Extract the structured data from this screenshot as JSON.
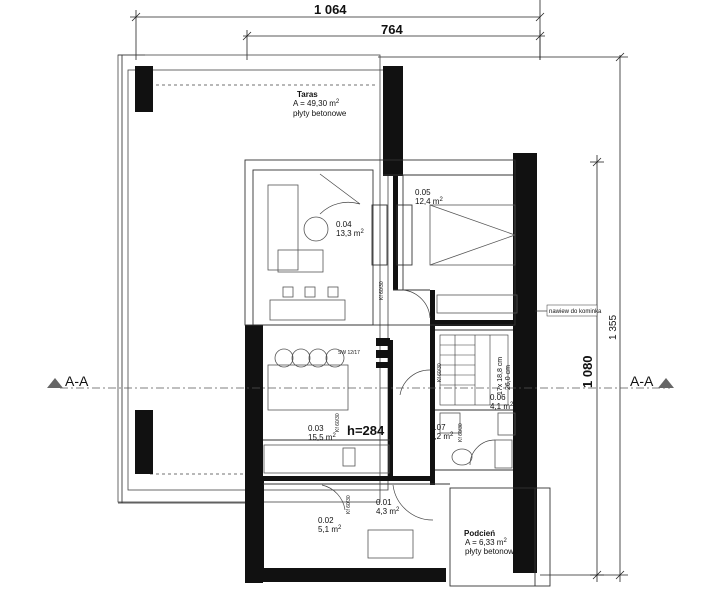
{
  "dimensions": {
    "top_total": "1 064",
    "top_partial": "764",
    "right_partial": "1 080",
    "right_total": "1 355"
  },
  "section": {
    "left": "A-A",
    "right": "A-A"
  },
  "rooms": {
    "taras": {
      "name": "Taras",
      "area": "A = 49,30 m",
      "sup": "2",
      "finish": "płyty betonowe"
    },
    "r04": {
      "number": "0.04",
      "area": "13,3 m",
      "sup": "2"
    },
    "r05": {
      "number": "0.05",
      "area": "12,4 m",
      "sup": "2"
    },
    "r03": {
      "number": "0.03",
      "area": "15,5 m",
      "sup": "2"
    },
    "r06": {
      "number": "0.06",
      "area": "4,1 m",
      "sup": "2"
    },
    "r07": {
      "number": "0.07",
      "area": "3,2 m",
      "sup": "2"
    },
    "r01": {
      "number": "0.01",
      "area": "4,3 m",
      "sup": "2"
    },
    "r02": {
      "number": "0.02",
      "area": "5,1 m",
      "sup": "2"
    },
    "podcien": {
      "name": "Podcień",
      "area": "A = 6,33 m",
      "sup": "2",
      "finish": "płyty betonowe"
    }
  },
  "annotations": {
    "height": "h=284",
    "chimney_note": "nawiew do kominka",
    "stairs_1": "17x 18,8 cm",
    "stairs_2": "26,0 cm",
    "sw_note": "SW 12/17",
    "tag_a": "Kf 60/30",
    "tag_b": "Kf 60/30",
    "tag_c": "Kf 60/30",
    "tag_d": "Kf 60/30",
    "tag_e": "Kf 60/30"
  }
}
